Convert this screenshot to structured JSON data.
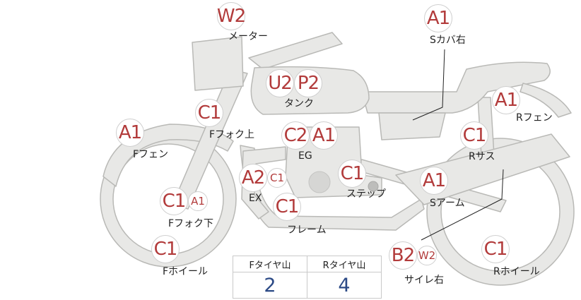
{
  "parts": [
    {
      "id": "meter",
      "marks": [
        {
          "code": "W2",
          "size": "big"
        }
      ],
      "label": "メーター"
    },
    {
      "id": "side-cover-right",
      "marks": [
        {
          "code": "A1",
          "size": "big"
        }
      ],
      "label": "Sカバ右"
    },
    {
      "id": "tank",
      "marks": [
        {
          "code": "U2",
          "size": "big"
        },
        {
          "code": "P2",
          "size": "big"
        }
      ],
      "label": "タンク"
    },
    {
      "id": "rear-fender",
      "marks": [
        {
          "code": "A1",
          "size": "big"
        }
      ],
      "label": "Rフェン"
    },
    {
      "id": "front-fork-upper",
      "marks": [
        {
          "code": "C1",
          "size": "big"
        }
      ],
      "label": "Fフォク上"
    },
    {
      "id": "engine",
      "marks": [
        {
          "code": "C2",
          "size": "big"
        },
        {
          "code": "A1",
          "size": "big"
        }
      ],
      "label": "EG"
    },
    {
      "id": "front-fender",
      "marks": [
        {
          "code": "A1",
          "size": "big"
        }
      ],
      "label": "Fフェン"
    },
    {
      "id": "rear-suspension",
      "marks": [
        {
          "code": "C1",
          "size": "big"
        }
      ],
      "label": "Rサス"
    },
    {
      "id": "exhaust",
      "marks": [
        {
          "code": "A2",
          "size": "big"
        },
        {
          "code": "C1",
          "size": "small"
        }
      ],
      "label": "EX"
    },
    {
      "id": "step",
      "marks": [
        {
          "code": "C1",
          "size": "big"
        }
      ],
      "label": "ステップ"
    },
    {
      "id": "swing-arm",
      "marks": [
        {
          "code": "A1",
          "size": "big"
        }
      ],
      "label": "Sアーム"
    },
    {
      "id": "front-fork-lower",
      "marks": [
        {
          "code": "C1",
          "size": "big"
        },
        {
          "code": "A1",
          "size": "small"
        }
      ],
      "label": "Fフォク下"
    },
    {
      "id": "frame",
      "marks": [
        {
          "code": "C1",
          "size": "big"
        }
      ],
      "label": "フレーム"
    },
    {
      "id": "front-wheel",
      "marks": [
        {
          "code": "C1",
          "size": "big"
        }
      ],
      "label": "Fホイール"
    },
    {
      "id": "silencer-right",
      "marks": [
        {
          "code": "B2",
          "size": "big"
        },
        {
          "code": "W2",
          "size": "small"
        }
      ],
      "label": "サイレ右"
    },
    {
      "id": "rear-wheel",
      "marks": [
        {
          "code": "C1",
          "size": "big"
        }
      ],
      "label": "Rホイール"
    }
  ],
  "tire_tread": {
    "front_label": "Fタイヤ山",
    "front_value": "2",
    "rear_label": "Rタイヤ山",
    "rear_value": "4"
  },
  "colors": {
    "mark_text": "#b23b3b",
    "value_text": "#2c4a86",
    "silhouette_fill": "#e8e8e6",
    "silhouette_stroke": "#b9b9b6"
  }
}
